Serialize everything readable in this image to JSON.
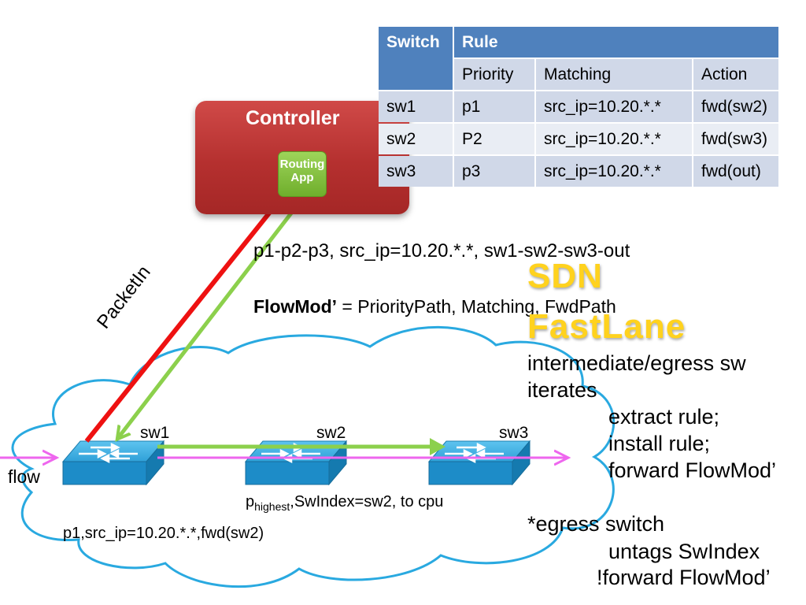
{
  "table": {
    "headers": {
      "switch": "Switch",
      "rule": "Rule"
    },
    "subheaders": [
      "Priority",
      "Matching",
      "Action"
    ],
    "rows": [
      {
        "switch": "sw1",
        "priority": "p1",
        "matching": "src_ip=10.20.*.*",
        "action": "fwd(sw2)"
      },
      {
        "switch": "sw2",
        "priority": "P2",
        "matching": "src_ip=10.20.*.*",
        "action": "fwd(sw3)"
      },
      {
        "switch": "sw3",
        "priority": "p3",
        "matching": "src_ip=10.20.*.*",
        "action": "fwd(out)"
      }
    ]
  },
  "controller": {
    "title": "Controller",
    "app_line1": "Routing",
    "app_line2": "App"
  },
  "path_line": "p1-p2-p3, src_ip=10.20.*.*, sw1-sw2-sw3-out",
  "flowmod": {
    "label": "FlowMod’",
    "rest": " = PriorityPath, Matching, FwdPath"
  },
  "packetin": "PacketIn",
  "title": {
    "line1": "SDN",
    "line2": "FastLane"
  },
  "steps": {
    "line1": "intermediate/egress sw",
    "line2": "iterates",
    "line3": "extract rule;",
    "line4": "install rule;",
    "line5": "forward FlowMod’",
    "line6": "*egress switch",
    "line7": "untags SwIndex",
    "line8": "!forward FlowMod’"
  },
  "switches": [
    "sw1",
    "sw2",
    "sw3"
  ],
  "flow_label": "flow",
  "annotation_sw2": {
    "p": "p",
    "sub": "highest",
    "rest": ",SwIndex=sw2, to cpu"
  },
  "annotation_sw1": "p1,src_ip=10.20.*.*,fwd(sw2)",
  "colors": {
    "table_header": "#4f81bd",
    "controller": "#c0392b",
    "app": "#7cbf3a",
    "sdn": "#ffd21e",
    "packet_in": "#ee1111",
    "flowmod_arrow": "#8cd04c",
    "flow": "#ee66ee",
    "cloud": "#29a9e0"
  }
}
